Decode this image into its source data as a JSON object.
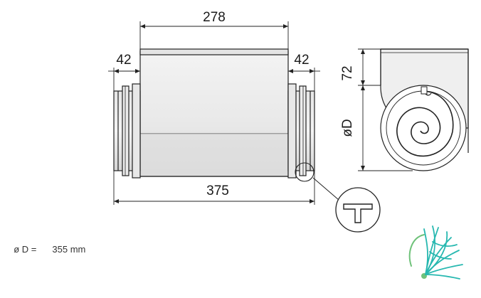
{
  "dimensions": {
    "body_length": "278",
    "spigot_left": "42",
    "spigot_right": "42",
    "total_length": "375",
    "gap_height": "72",
    "diameter_label": "øD"
  },
  "caption": {
    "label": "ø D =",
    "value": "355 mm"
  },
  "colors": {
    "line": "#222222",
    "body_fill": "#ececec",
    "shade": "#d4d4d4",
    "logo_teal": "#27b8b0",
    "logo_green": "#6fc27a"
  },
  "icons": {
    "detail_profile": "t-profile-icon",
    "logo": "brand-logo-icon"
  }
}
